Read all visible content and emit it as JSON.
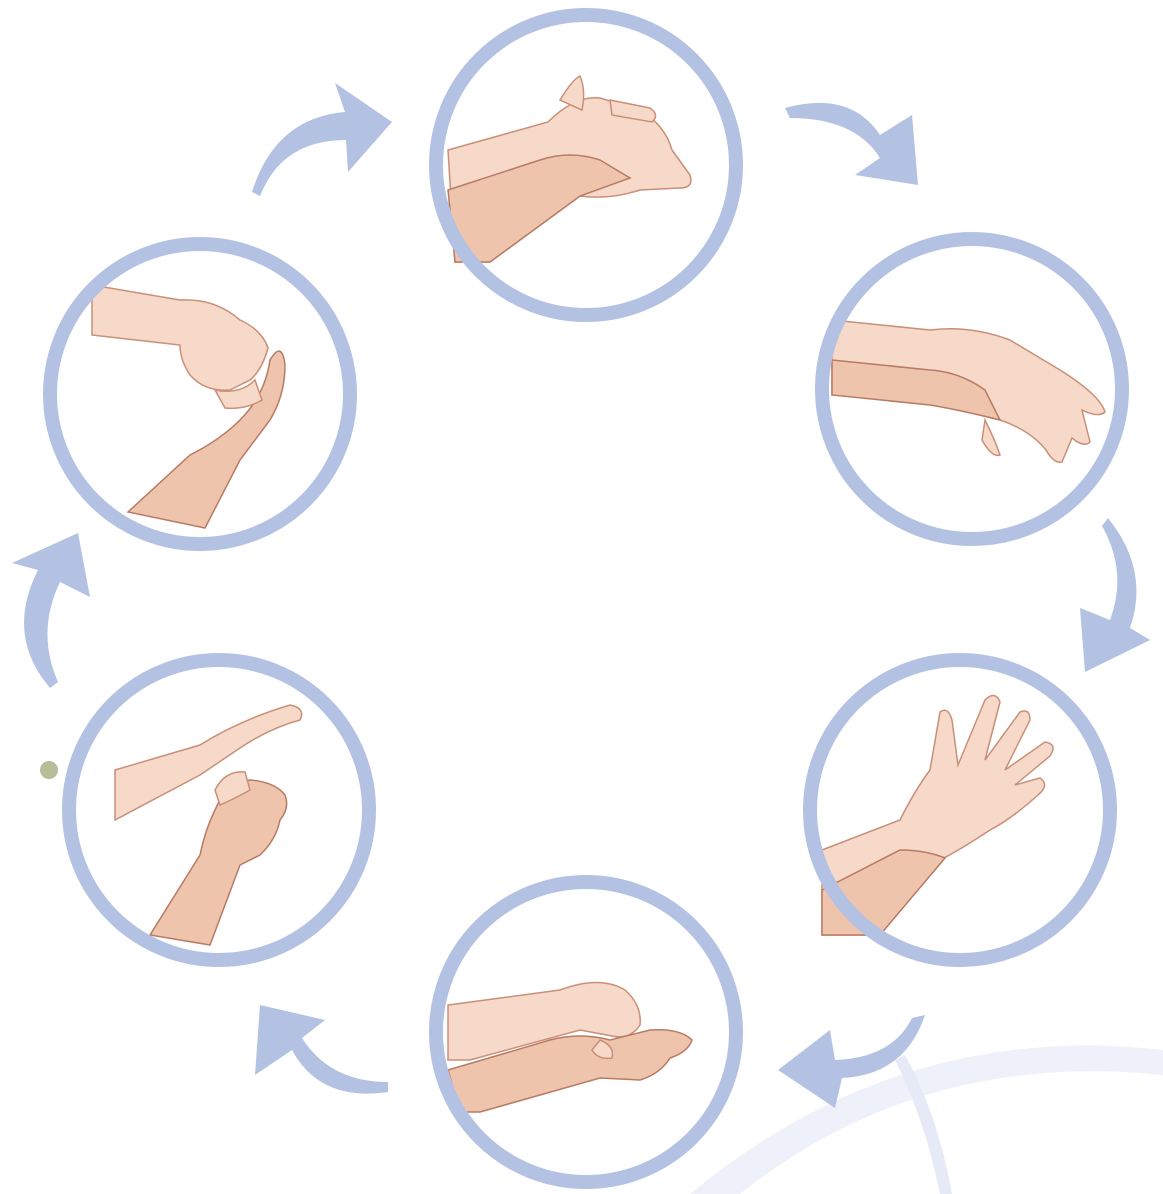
{
  "colors": {
    "ring": "#b3c1e3",
    "arrow": "#b3c1e3",
    "skin": "#f6d9c8",
    "skin_outline": "#c98f78",
    "background_arc": "#eef1f9",
    "dot": "#b7bd96"
  },
  "steps": [
    {
      "id": 1,
      "icon": "interlaced-fingers-backs-icon"
    },
    {
      "id": 2,
      "icon": "palm-over-back-of-hand-icon"
    },
    {
      "id": 3,
      "icon": "fingers-interlaced-palms-icon"
    },
    {
      "id": 4,
      "icon": "fingertips-in-palm-icon"
    },
    {
      "id": 5,
      "icon": "thumb-rotation-icon"
    },
    {
      "id": 6,
      "icon": "clasped-fingers-icon"
    }
  ],
  "arrows": [
    {
      "from": 1,
      "to": 2
    },
    {
      "from": 2,
      "to": 3
    },
    {
      "from": 3,
      "to": 4
    },
    {
      "from": 4,
      "to": 5
    },
    {
      "from": 5,
      "to": 6
    },
    {
      "from": 6,
      "to": 1
    }
  ]
}
